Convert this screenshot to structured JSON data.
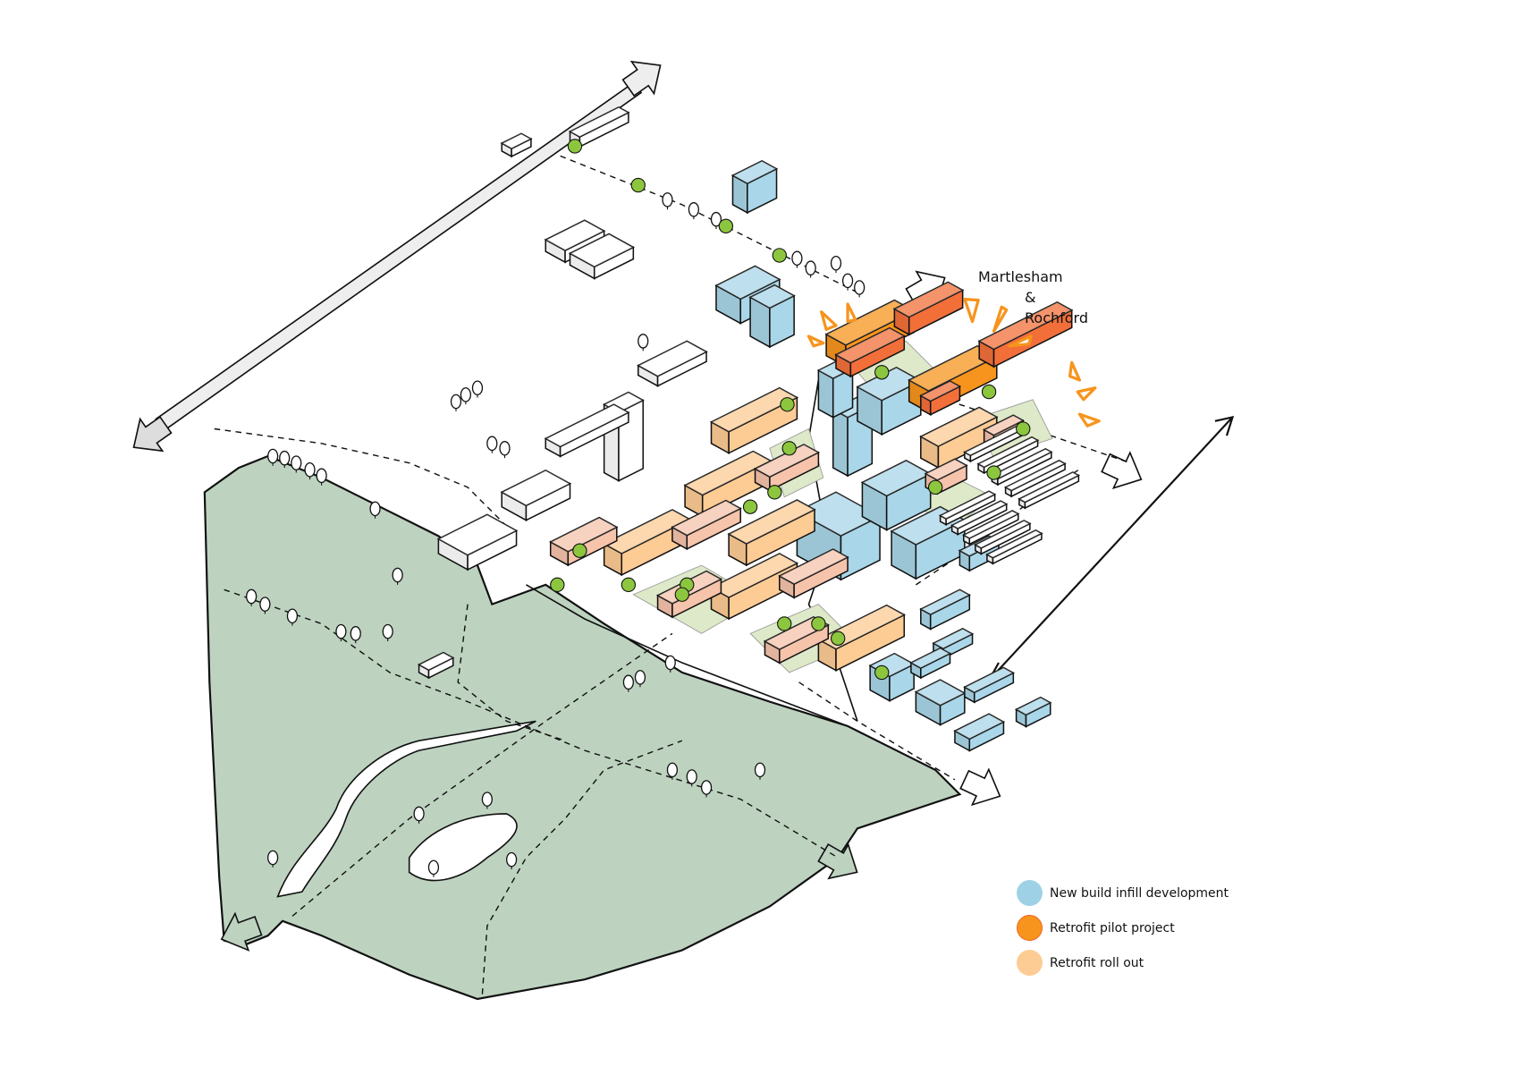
{
  "place_label": {
    "line1": "Martlesham",
    "line2": "&",
    "line3": "Rochford"
  },
  "legend": [
    {
      "label": "New build infill development",
      "color": "#9fd1e6"
    },
    {
      "label": "Retrofit pilot project",
      "color": "#f7941d"
    },
    {
      "label": "Retrofit roll out",
      "color": "#fdcb94"
    }
  ],
  "colors": {
    "park": "#bdd3c0",
    "tree": "#8cc63f",
    "pink": "#f6c3ab",
    "accent_orange": "#f7941d"
  }
}
